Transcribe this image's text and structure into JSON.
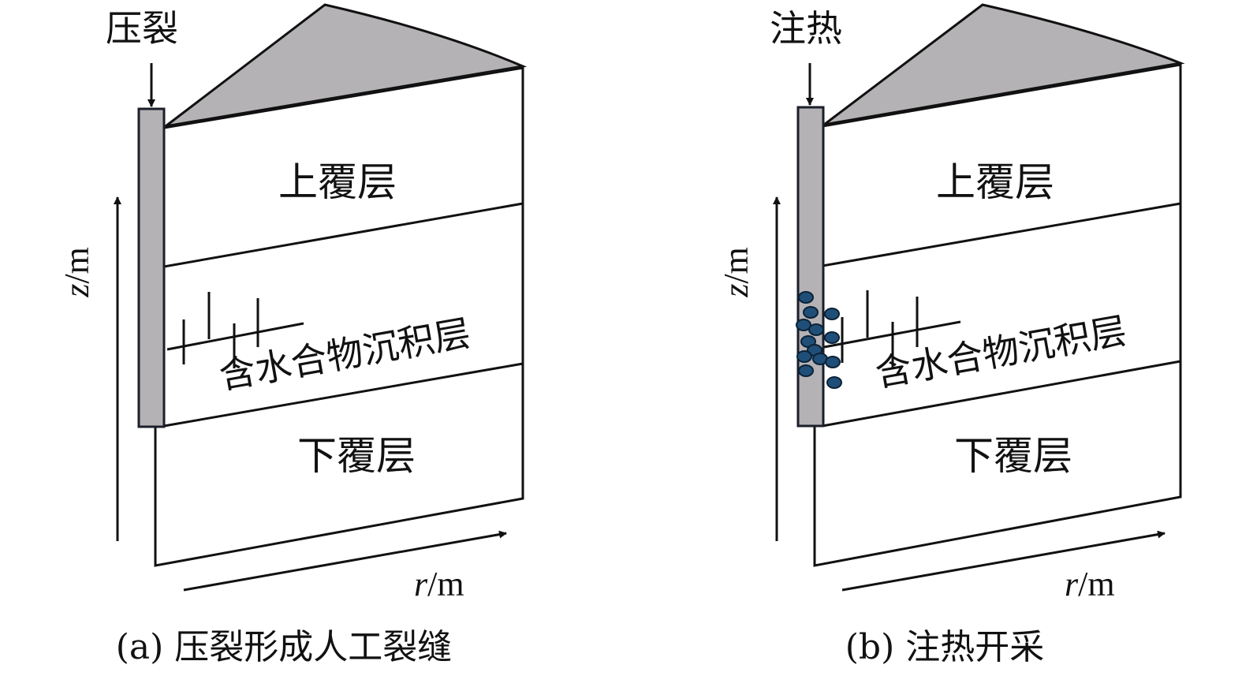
{
  "panel_a": {
    "top_label": "压裂",
    "layer_upper": "上覆层",
    "layer_hydrate": "含水合物沉积层",
    "layer_lower": "下覆层",
    "axis_z_label": "z/m",
    "axis_z_var": "z",
    "axis_z_unit": "/m",
    "axis_r_var": "r",
    "axis_r_unit": "/m",
    "caption": "(a) 压裂形成人工裂缝"
  },
  "panel_b": {
    "top_label": "注热",
    "layer_upper": "上覆层",
    "layer_hydrate": "含水合物沉积层",
    "layer_lower": "下覆层",
    "axis_z_var": "z",
    "axis_z_unit": "/m",
    "axis_r_var": "r",
    "axis_r_unit": "/m",
    "caption": "(b) 注热开采"
  },
  "colors": {
    "cap_fill": "#b4b2b5",
    "well_fill": "#b4b2b5",
    "bubble_fill": "#1f4f79",
    "line": "#111111"
  }
}
